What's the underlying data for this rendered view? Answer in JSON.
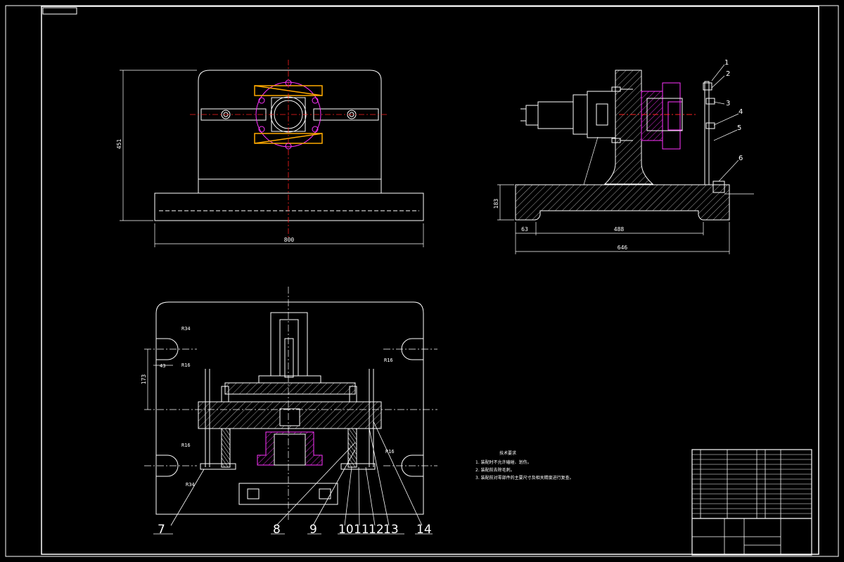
{
  "view_top": {
    "dim_height": "451",
    "dim_width": "800"
  },
  "view_side": {
    "dim_height": "183",
    "dim_left": "63",
    "dim_slot": "488",
    "dim_overall": "646",
    "balloons": [
      "1",
      "2",
      "3",
      "4",
      "5",
      "6"
    ]
  },
  "view_front": {
    "radius_labels": [
      "R34",
      "R16",
      "R16",
      "R16",
      "R16",
      "R34"
    ],
    "dim_small": "43",
    "dim_vertical": "173",
    "balloons": [
      "7",
      "8",
      "9",
      "10",
      "11",
      "12",
      "13",
      "14"
    ]
  },
  "notes": {
    "title": "技术要求",
    "lines": [
      "1. 装配时不允许磕碰、划伤。",
      "2. 装配前去除毛刺。",
      "3. 装配前对零部件的主要尺寸及相关精度进行复查。"
    ]
  },
  "colors": {
    "line": "#ffffff",
    "part": "#ff33ff",
    "bolt": "#ffaa00",
    "center": "#ff2020"
  }
}
